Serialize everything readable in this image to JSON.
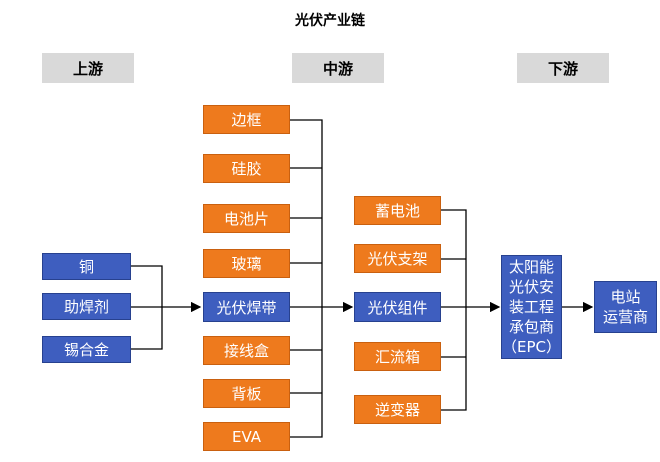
{
  "title": "光伏产业链",
  "stages": {
    "upstream": "上游",
    "midstream": "中游",
    "downstream": "下游"
  },
  "raw_materials": [
    "铜",
    "助焊剂",
    "锡合金"
  ],
  "components": [
    "边框",
    "硅胶",
    "电池片",
    "玻璃",
    "光伏焊带",
    "接线盒",
    "背板",
    "EVA"
  ],
  "systems": [
    "蓄电池",
    "光伏支架",
    "光伏组件",
    "汇流箱",
    "逆变器"
  ],
  "epc": "太阳能\n光伏安\n装工程\n承包商\n（EPC）",
  "operator": "电站\n运营商",
  "colors": {
    "orange": "#ee7a1d",
    "blue": "#3e5ebf",
    "stage_bg": "#d9d9d9",
    "line": "#000000"
  }
}
